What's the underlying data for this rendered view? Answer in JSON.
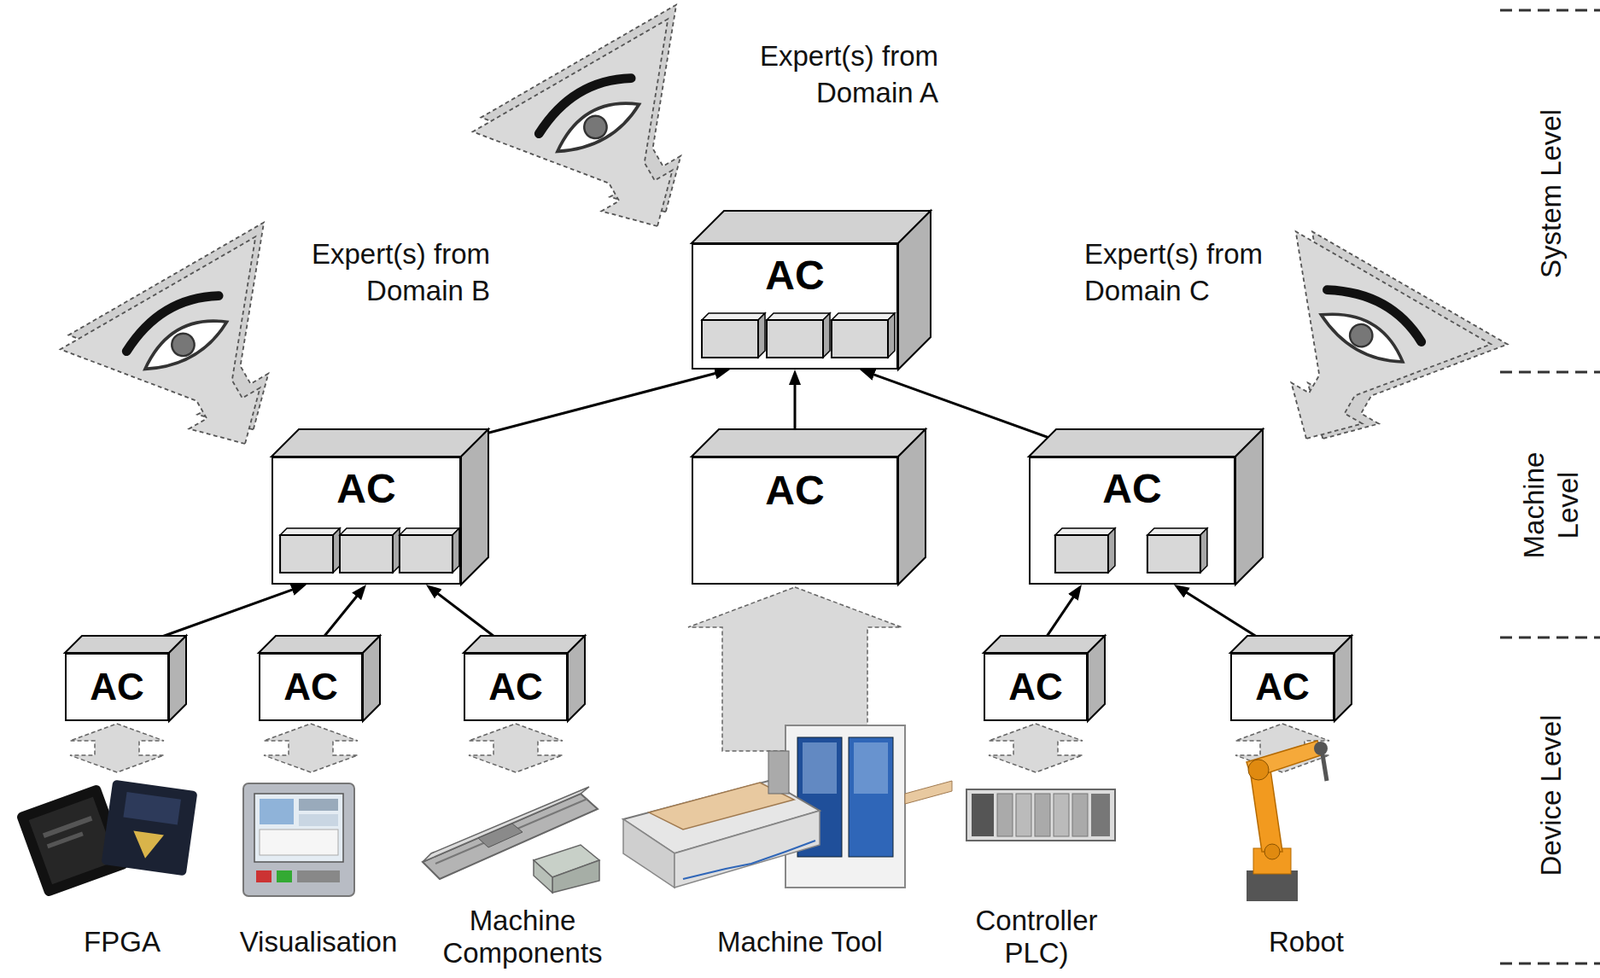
{
  "diagram": {
    "nodes": [
      {
        "text": [
          "AC"
        ]
      },
      {
        "text": [
          "AC"
        ]
      },
      {
        "text": [
          "AC"
        ]
      },
      {
        "text": [
          "AC"
        ]
      },
      {
        "text": [
          "AC"
        ]
      },
      {
        "text": [
          "AC"
        ]
      },
      {
        "text": [
          "AC"
        ]
      },
      {
        "text": [
          "AC"
        ]
      },
      {
        "text": [
          "AC"
        ]
      }
    ],
    "edges": [
      {
        "from": 1,
        "to": 0,
        "arrow": "to"
      },
      {
        "from": 2,
        "to": 0,
        "arrow": "to"
      },
      {
        "from": 3,
        "to": 0,
        "arrow": "to"
      },
      {
        "from": 4,
        "to": 1,
        "arrow": "to"
      },
      {
        "from": 5,
        "to": 1,
        "arrow": "to"
      },
      {
        "from": 6,
        "to": 1,
        "arrow": "to"
      },
      {
        "from": 7,
        "to": 3,
        "arrow": "to"
      },
      {
        "from": 8,
        "to": 3,
        "arrow": "to"
      }
    ],
    "labels": [
      "Expert(s) from Domain A",
      "Expert(s) from Domain B",
      "Expert(s) from Domain C",
      "System Level",
      "Machine Level",
      "Device Level",
      "FPGA",
      "Visualisation",
      "Machine Components",
      "Machine Tool",
      "Controller PLC)",
      "Robot"
    ]
  }
}
